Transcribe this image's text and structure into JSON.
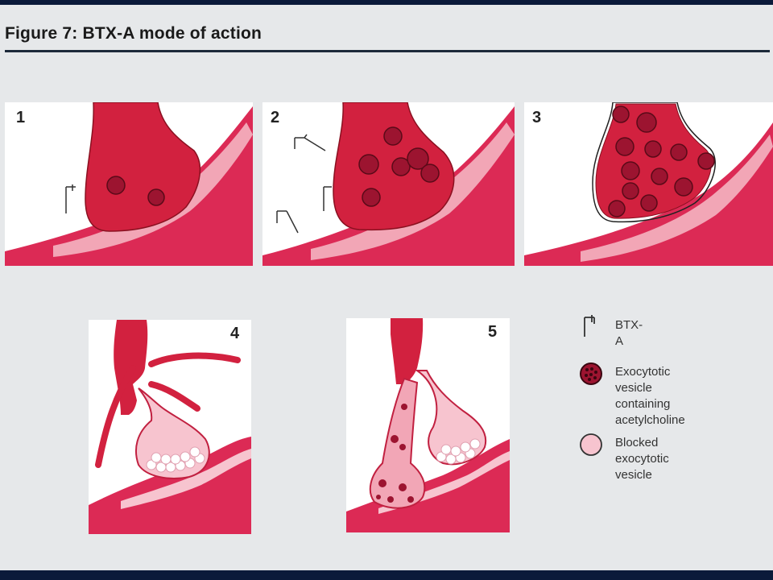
{
  "title": "Figure 7: BTX-A mode of action",
  "panels": [
    {
      "number": "1"
    },
    {
      "number": "2"
    },
    {
      "number": "3"
    },
    {
      "number": "4"
    },
    {
      "number": "5"
    }
  ],
  "legend": {
    "btx": "BTX-A",
    "vesicle": "Exocytotic vesicle\ncontaining\nacetylcholine",
    "blocked": "Blocked\nexocytotic vesicle"
  },
  "colors": {
    "terminal": "#d2213f",
    "muscle": "#dc2a55",
    "membrane": "#f2a6b6",
    "blocked": "#f7c4cf",
    "vesicle": "#9c1430",
    "background": "#e6e8ea"
  }
}
